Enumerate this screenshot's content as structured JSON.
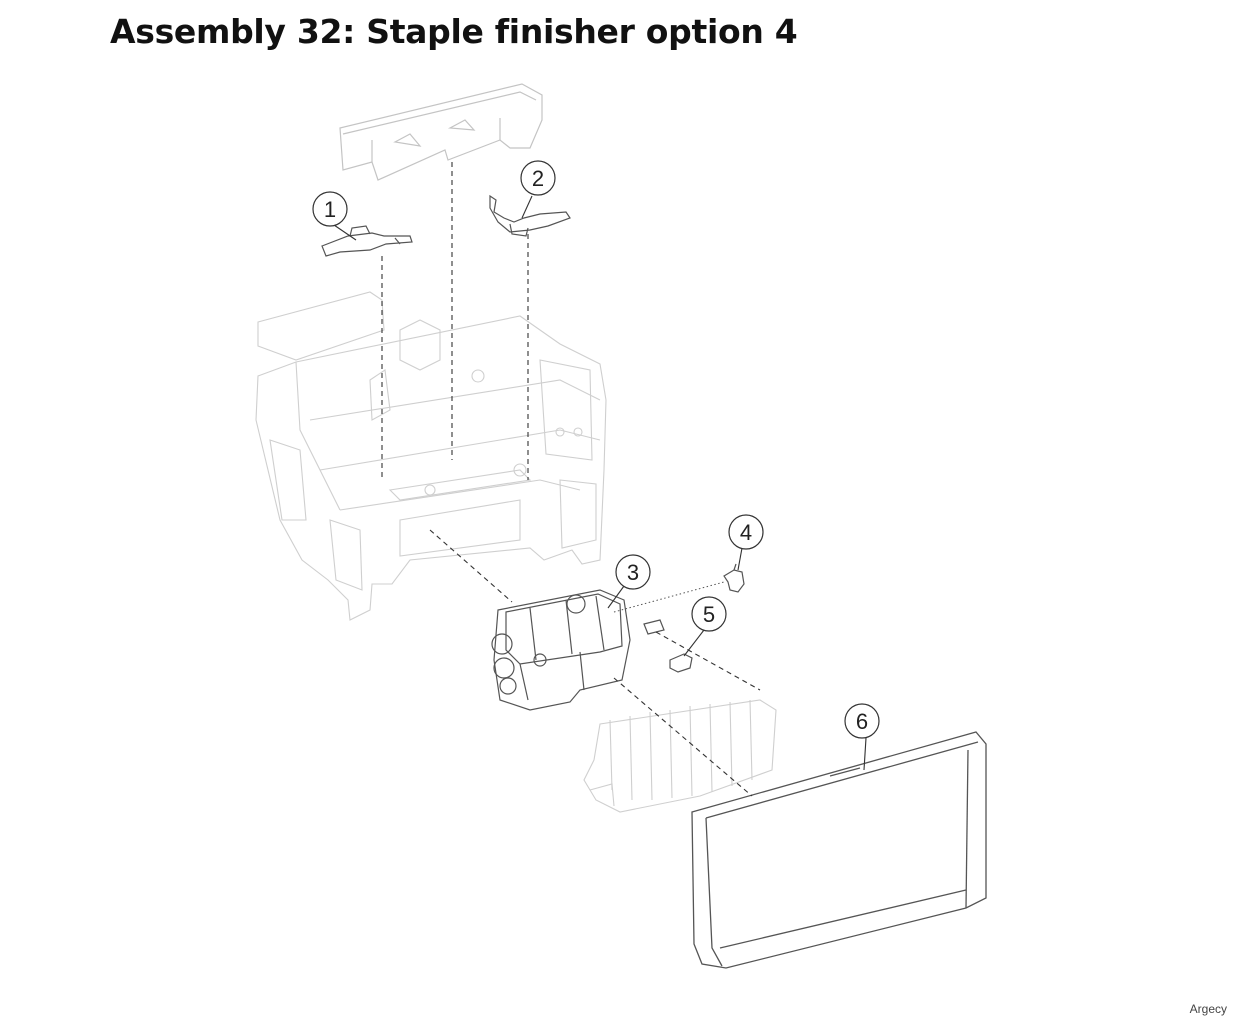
{
  "title": "Assembly 32: Staple finisher option 4",
  "watermark": "Argecy",
  "callouts": [
    {
      "label": "1"
    },
    {
      "label": "2"
    },
    {
      "label": "3"
    },
    {
      "label": "4"
    },
    {
      "label": "5"
    },
    {
      "label": "6"
    }
  ]
}
